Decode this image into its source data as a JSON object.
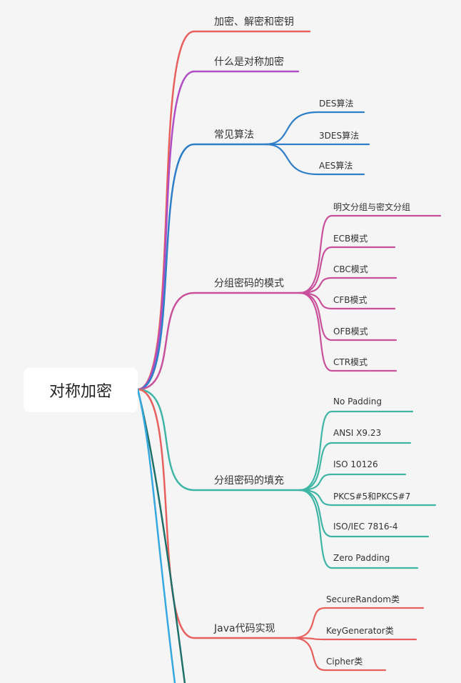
{
  "root": {
    "label": "对称加密"
  },
  "branches": [
    {
      "label": "加密、解密和密钥",
      "color": "#e8605e",
      "children": []
    },
    {
      "label": "什么是对称加密",
      "color": "#b04fc4",
      "children": []
    },
    {
      "label": "常见算法",
      "color": "#2f7fc8",
      "children": [
        "DES算法",
        "3DES算法",
        "AES算法"
      ]
    },
    {
      "label": "分组密码的模式",
      "color": "#c9509a",
      "children": [
        "明文分组与密文分组",
        "ECB模式",
        "CBC模式",
        "CFB模式",
        "OFB模式",
        "CTR模式"
      ]
    },
    {
      "label": "分组密码的填充",
      "color": "#3fb5a5",
      "children": [
        "No Padding",
        "ANSI X9.23",
        "ISO 10126",
        "PKCS#5和PKCS#7",
        "ISO/IEC 7816-4",
        "Zero Padding"
      ]
    },
    {
      "label": "Java代码实现",
      "color": "#e8605e",
      "children": [
        "SecureRandom类",
        "KeyGenerator类",
        "Cipher类"
      ]
    }
  ],
  "offscreen_branch_colors": [
    "#1f6f6a",
    "#36a8e0"
  ]
}
